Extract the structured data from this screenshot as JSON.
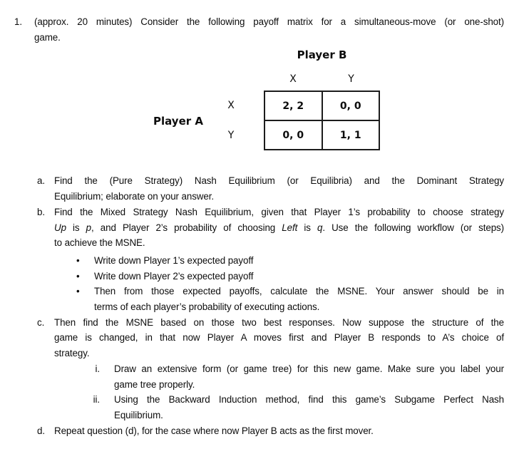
{
  "page": {
    "background_color": "#ffffff",
    "text_color": "#0d0d0d",
    "matrix_border_color": "#1c1c1c"
  },
  "question": {
    "number": "1.",
    "intro_lines": [
      "(approx. 20 minutes) Consider the following payoff matrix for a simultaneous-move (or one-shot)",
      "game."
    ]
  },
  "matrix": {
    "col_player": "Player B",
    "row_player": "Player A",
    "col_labels": [
      "X",
      "Y"
    ],
    "row_labels": [
      "X",
      "Y"
    ],
    "cells": [
      [
        "2, 2",
        "0, 0"
      ],
      [
        "0, 0",
        "1, 1"
      ]
    ]
  },
  "parts": {
    "a": {
      "label": "a.",
      "lines": [
        "Find the (Pure Strategy) Nash Equilibrium (or Equilibria) and the Dominant Strategy",
        "Equilibrium; elaborate on your answer."
      ]
    },
    "b": {
      "label": "b.",
      "line1": "Find the Mixed Strategy Nash Equilibrium, given that Player 1’s probability to choose strategy",
      "line2_segments": [
        {
          "text": "Up",
          "italic": true
        },
        {
          "text": " is ",
          "italic": false
        },
        {
          "text": "p",
          "italic": true
        },
        {
          "text": ", and Player 2’s probability of choosing ",
          "italic": false
        },
        {
          "text": "Left",
          "italic": true
        },
        {
          "text": " is ",
          "italic": false
        },
        {
          "text": "q",
          "italic": true
        },
        {
          "text": ". Use the following workflow (or steps)",
          "italic": false
        }
      ],
      "line3": "to achieve the MSNE."
    },
    "c": {
      "label": "c.",
      "lines": [
        "Then find the MSNE based on those two best responses. Now suppose the structure of the",
        "game is changed, in that now Player A moves first and Player B responds to A’s choice of",
        "strategy."
      ]
    },
    "d": {
      "label": "d.",
      "line": "Repeat question (d), for the case where now Player B acts as the first mover."
    }
  },
  "bullets": {
    "glyph": "•",
    "item1": "Write down Player 1’s expected payoff",
    "item2": "Write down Player 2’s expected payoff",
    "item3_lines": [
      "Then from those expected payoffs, calculate the MSNE. Your answer should be in",
      "terms of each player’s probability of executing actions."
    ]
  },
  "romans": {
    "i": {
      "label": "i.",
      "lines": [
        "Draw an extensive form (or game tree) for this new game. Make sure you label your",
        "game tree properly."
      ]
    },
    "ii": {
      "label": "ii.",
      "lines": [
        "Using the Backward Induction method, find this game’s Subgame Perfect Nash",
        "Equilibrium."
      ]
    }
  }
}
